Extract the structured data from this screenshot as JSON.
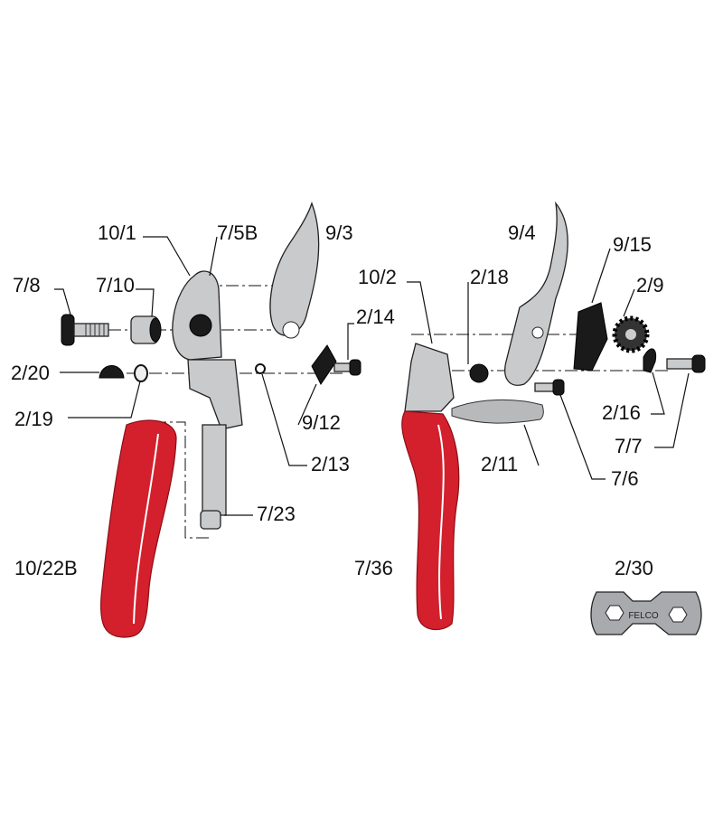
{
  "diagram": {
    "labels": {
      "l10_1": "10/1",
      "l7_5B": "7/5B",
      "l9_3": "9/3",
      "l7_8": "7/8",
      "l7_10": "7/10",
      "l2_14": "2/14",
      "l2_20": "2/20",
      "l2_19": "2/19",
      "l9_12": "9/12",
      "l2_13": "2/13",
      "l7_23": "7/23",
      "l10_22B": "10/22B",
      "l9_4": "9/4",
      "l9_15": "9/15",
      "l2_9": "2/9",
      "l10_2": "10/2",
      "l2_18": "2/18",
      "l2_16": "2/16",
      "l7_7": "7/7",
      "l2_11": "2/11",
      "l7_6": "7/6",
      "l7_36": "7/36",
      "l2_30": "2/30"
    },
    "wrench_brand": "FELCO",
    "colors": {
      "handle_red": "#d3202c",
      "metal": "#c9cacc"
    }
  }
}
